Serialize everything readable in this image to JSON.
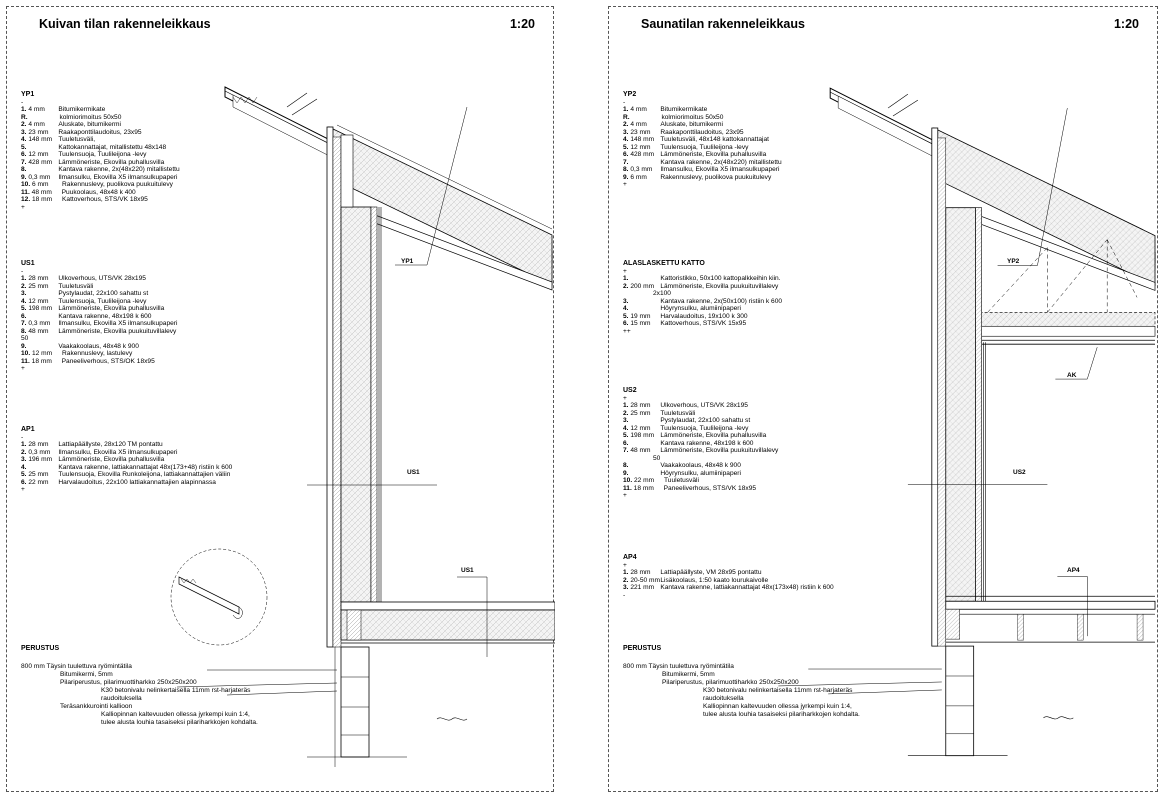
{
  "left": {
    "title": "Kuivan tilan rakenneleikkaus",
    "scale": "1:20",
    "yp1": {
      "title": "YP1",
      "dash": "-",
      "layers": [
        {
          "n": "1.",
          "t": "4 mm",
          "d": "Bitumikermikate"
        },
        {
          "n": "R.",
          "t": "",
          "d": "kolmiorimoitus 50x50"
        },
        {
          "n": "2.",
          "t": "4 mm",
          "d": "Aluskate, bitumikermi"
        },
        {
          "n": "3.",
          "t": "23 mm",
          "d": "Raakaponttilaudoitus, 23x95"
        },
        {
          "n": "4.",
          "t": "148 mm",
          "d": "Tuuletusväli,"
        },
        {
          "n": "5.",
          "t": "",
          "d": "Kattokannattajat, mitallistettu 48x148"
        },
        {
          "n": "6.",
          "t": "12 mm",
          "d": "Tuulensuoja, Tuulileijona -levy"
        },
        {
          "n": "7.",
          "t": "428 mm",
          "d": "Lämmöneriste, Ekovilla puhallusvilla"
        },
        {
          "n": "8.",
          "t": "",
          "d": "Kantava rakenne, 2x(48x220) mitallistettu"
        },
        {
          "n": "9.",
          "t": "0,3 mm",
          "d": "Ilmansulku, Ekovilla X5 ilmansulkupaperi"
        },
        {
          "n": "10.",
          "t": "6 mm",
          "d": "Rakennuslevy, puolikova puukuitulevy"
        },
        {
          "n": "11.",
          "t": "48 mm",
          "d": "Puukoolaus, 48x48 k 400"
        },
        {
          "n": "12.",
          "t": "18 mm",
          "d": "Kattoverhous, STS/VK 18x95"
        }
      ],
      "plus": "+"
    },
    "us1": {
      "title": "US1",
      "dash": "-",
      "layers": [
        {
          "n": "1.",
          "t": "28 mm",
          "d": "Ulkoverhous, UTS/VK 28x195"
        },
        {
          "n": "2.",
          "t": "25 mm",
          "d": "Tuuletusväli"
        },
        {
          "n": "3.",
          "t": "",
          "d": "Pystylaudat, 22x100 sahattu st"
        },
        {
          "n": "4.",
          "t": "12 mm",
          "d": "Tuulensuoja, Tuulileijona -levy"
        },
        {
          "n": "5.",
          "t": "198 mm",
          "d": "Lämmöneriste, Ekovilla puhallusvilla"
        },
        {
          "n": "6.",
          "t": "",
          "d": "Kantava rakenne, 48x198 k 600"
        },
        {
          "n": "7.",
          "t": "0,3 mm",
          "d": "Ilmansulku, Ekovilla X5 ilmansulkupaperi"
        },
        {
          "n": "8.",
          "t": "48 mm",
          "d": "Lämmöneriste, Ekovilla puukuituvillalevy"
        },
        {
          "n": "",
          "t": "50",
          "d": ""
        },
        {
          "n": "9.",
          "t": "",
          "d": "Vaakakoolaus, 48x48 k 900"
        },
        {
          "n": "10.",
          "t": "12 mm",
          "d": "Rakennuslevy, lastulevy"
        },
        {
          "n": "11.",
          "t": "18 mm",
          "d": "Paneeliverhous, STS/OK 18x95"
        }
      ],
      "plus": "+"
    },
    "ap1": {
      "title": "AP1",
      "dash": "-",
      "layers": [
        {
          "n": "1.",
          "t": "28 mm",
          "d": "Lattiapäällyste, 28x120 TM pontattu"
        },
        {
          "n": "2.",
          "t": "0,3 mm",
          "d": "Ilmansulku, Ekovilla X5 ilmansulkupaperi"
        },
        {
          "n": "3.",
          "t": "196 mm",
          "d": "Lämmöneriste, Ekovilla puhallusvilla"
        },
        {
          "n": "4.",
          "t": "",
          "d": "Kantava rakenne, lattiakannattajat 48x(173+48) ristiin k 600"
        },
        {
          "n": "5.",
          "t": "25 mm",
          "d": "Tuulensuoja, Ekovilla Runkoleijona, lattiakannattajien väliin"
        },
        {
          "n": "6.",
          "t": "22 mm",
          "d": "Harvalaudoitus, 22x100 lattiakannattajien alapinnassa"
        }
      ],
      "plus": "+"
    },
    "perustus": {
      "title": "PERUSTUS",
      "lines": [
        "800 mm   Täysin tuulettuva ryömintätila",
        "Bitumikermi, 5mm",
        "Pilariperustus, pilarimuottiharkko 250x250x200",
        "K30 betonivalu nelinkertaisella 11mm rst-harjateräs",
        "raudoituksella",
        "Teräsankkurointi kallioon",
        "Kalliopinnan kaltevuuden ollessa jyrkempi kuin 1:4,",
        "tulee alusta louhia tasaiseksi pilariharkkojen kohdalta."
      ]
    },
    "callouts": {
      "yp1": "YP1",
      "us1": "US1",
      "us1b": "US1"
    }
  },
  "right": {
    "title": "Saunatilan rakenneleikkaus",
    "scale": "1:20",
    "yp2": {
      "title": "YP2",
      "dash": "-",
      "layers": [
        {
          "n": "1.",
          "t": "4 mm",
          "d": "Bitumikermikate"
        },
        {
          "n": "R.",
          "t": "",
          "d": "kolmiorimoitus 50x50"
        },
        {
          "n": "2.",
          "t": "4 mm",
          "d": "Aluskate, bitumikermi"
        },
        {
          "n": "3.",
          "t": "23 mm",
          "d": "Raakaponttilaudoitus, 23x95"
        },
        {
          "n": "4.",
          "t": "148 mm",
          "d": "Tuuletusväli, 48x148 kattokannattajat"
        },
        {
          "n": "5.",
          "t": "12 mm",
          "d": "Tuulensuoja, Tuulileijona -levy"
        },
        {
          "n": "6.",
          "t": "428 mm",
          "d": "Lämmöneriste, Ekovilla puhallusvilla"
        },
        {
          "n": "7.",
          "t": "",
          "d": "Kantava rakenne, 2x(48x220) mitallistettu"
        },
        {
          "n": "8.",
          "t": "0,3 mm",
          "d": "Ilmansulku, Ekovilla X5 ilmansulkupaperi"
        },
        {
          "n": "9.",
          "t": "6 mm",
          "d": "Rakennuslevy, puolikova puukuitulevy"
        }
      ],
      "plus": "+"
    },
    "ak": {
      "title": "ALASLASKETTU KATTO",
      "dash": "+",
      "layers": [
        {
          "n": "1.",
          "t": "",
          "d": "Kattoristikko, 50x100 kattopalkkeihin kiin."
        },
        {
          "n": "2.",
          "t": "200 mm",
          "d": "Lämmöneriste, Ekovilla puukuituvillalevy"
        },
        {
          "n": "",
          "t": "",
          "d": "2x100"
        },
        {
          "n": "3.",
          "t": "",
          "d": "Kantava rakenne, 2x(50x100) ristiin k 600"
        },
        {
          "n": "4.",
          "t": "",
          "d": "Höyrynsulku, alumiinipaperi"
        },
        {
          "n": "5.",
          "t": "19 mm",
          "d": "Harvalaudoitus, 19x100 k 300"
        },
        {
          "n": "6.",
          "t": "15 mm",
          "d": "Kattoverhous, STS/VK 15x95"
        }
      ],
      "plus": "++"
    },
    "us2": {
      "title": "US2",
      "dash": "+",
      "layers": [
        {
          "n": "1.",
          "t": "28 mm",
          "d": "Ulkoverhous, UTS/VK 28x195"
        },
        {
          "n": "2.",
          "t": "25 mm",
          "d": "Tuuletusväli"
        },
        {
          "n": "3.",
          "t": "",
          "d": "Pystylaudat, 22x100 sahattu st"
        },
        {
          "n": "4.",
          "t": "12 mm",
          "d": "Tuulensuoja, Tuulileijona -levy"
        },
        {
          "n": "5.",
          "t": "198 mm",
          "d": "Lämmöneriste, Ekovilla puhallusvilla"
        },
        {
          "n": "6.",
          "t": "",
          "d": "Kantava rakenne, 48x198 k 600"
        },
        {
          "n": "7.",
          "t": "48 mm",
          "d": "Lämmöneriste, Ekovilla puukuituvillalevy"
        },
        {
          "n": "",
          "t": "",
          "d": "50"
        },
        {
          "n": "8.",
          "t": "",
          "d": "Vaakakoolaus, 48x48 k 900"
        },
        {
          "n": "9.",
          "t": "",
          "d": "Höyrynsulku, alumiinipaperi"
        },
        {
          "n": "10.",
          "t": "22 mm",
          "d": "Tuuletusväli"
        },
        {
          "n": "11.",
          "t": "18 mm",
          "d": "Paneeliverhous, STS/VK 18x95"
        }
      ],
      "plus": "+"
    },
    "ap4": {
      "title": "AP4",
      "dash": "+",
      "layers": [
        {
          "n": "1.",
          "t": "28 mm",
          "d": "Lattiapäällyste, VM 28x95 pontattu"
        },
        {
          "n": "2.",
          "t": "20-50 mm",
          "d": "Lisäkoolaus, 1:50 kaato lourukaivolle"
        },
        {
          "n": "3.",
          "t": "221 mm",
          "d": "Kantava rakenne, lattiakannattajat 48x(173x48) ristiin k 600"
        }
      ],
      "plus": "-"
    },
    "perustus": {
      "title": "PERUSTUS",
      "lines": [
        "800 mm   Täysin tuulettuva ryömintätila",
        "Bitumikermi, 5mm",
        "Pilariperustus, pilarimuottiharkko 250x250x200",
        "K30 betonivalu nelinkertaisella 11mm rst-harjateräs",
        "raudoituksella",
        "Kalliopinnan kaltevuuden ollessa jyrkempi kuin 1:4,",
        "tulee alusta louhia tasaiseksi pilariharkkojen kohdalta."
      ]
    },
    "callouts": {
      "yp2": "YP2",
      "ak": "AK",
      "us2": "US2",
      "ap4": "AP4"
    }
  }
}
